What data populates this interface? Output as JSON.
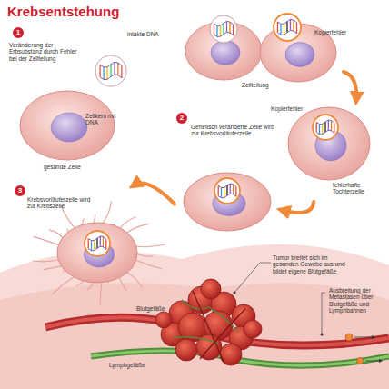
{
  "diagram": {
    "title": "Krebsentstehung",
    "nodes": [
      {
        "text": [
          "gesunde Zelle"
        ]
      },
      {
        "text": [
          "Zellteilung"
        ]
      },
      {
        "text": [
          "fehlerhafte Tochterzelle"
        ]
      },
      {
        "text": [
          "2",
          "Genetisch veränderte Zelle wird zur Krebsvorläuferzelle"
        ]
      },
      {
        "text": [
          "3",
          "Krebsvorläuferzelle wird zur Krebszelle"
        ]
      }
    ],
    "edges": [
      {
        "from": 1,
        "to": 2,
        "arrow": "to"
      },
      {
        "from": 2,
        "to": 3,
        "arrow": "to"
      },
      {
        "from": 3,
        "to": 4,
        "arrow": "to"
      }
    ],
    "labels": [
      "1",
      "Veränderung der Erbsubstanz durch Fehler bei der Zellteilung",
      "intakte DNA",
      "Zellkern mit DNA",
      "Kopierfehler",
      "Kopierfehler",
      "Tumor breitet sich im gesunden Gewebe aus und bildet eigene Blutgefäße",
      "Ausbreitung der Metastasen über Blutgefäße und Lymphbahnen",
      "Blutgefäße",
      "Lymphgefäße"
    ]
  }
}
